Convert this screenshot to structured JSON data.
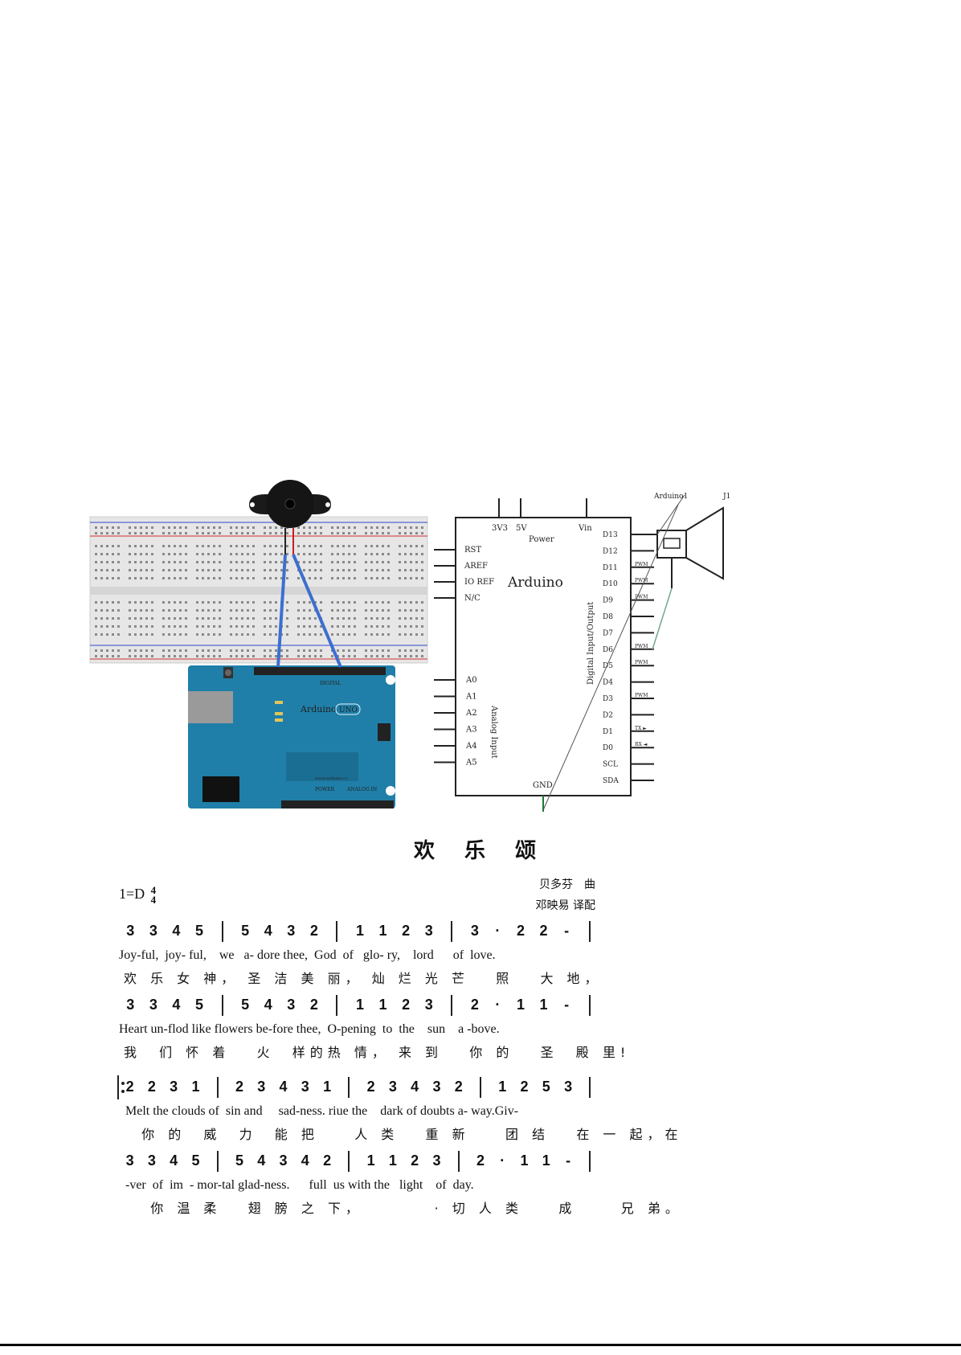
{
  "breadboard_diagram": {
    "board_logo": "Arduino",
    "board_model": "UNO",
    "header_label": "DIGITAL",
    "footer_label": "POWER",
    "analog_label": "ANALOG IN",
    "website": "www.arduino.cc"
  },
  "schematic": {
    "board_name": "Arduino",
    "power_label": "Power",
    "top_pins": [
      "3V3",
      "5V",
      "Vin"
    ],
    "left_pins_top": [
      "RST",
      "AREF",
      "IO REF",
      "N/C"
    ],
    "left_pins_analog": [
      "A0",
      "A1",
      "A2",
      "A3",
      "A4",
      "A5"
    ],
    "analog_group_label": "Analog Input",
    "right_pins": [
      "D13",
      "D12",
      "D11",
      "D10",
      "D9",
      "D8",
      "D7",
      "D6",
      "D5",
      "D4",
      "D3",
      "D2",
      "D1",
      "D0",
      "SCL",
      "SDA"
    ],
    "pwm_label": "PWM",
    "tx_label": "TX ►",
    "rx_label": "RX ◄",
    "digital_group_label": "Digital Input/Output",
    "gnd_label": "GND",
    "component_label_1": "Arduino1",
    "component_label_2": "J1"
  },
  "score": {
    "title": "欢 乐 颂",
    "key": "1=D",
    "time_top": "4",
    "time_bottom": "4",
    "composer": "贝多芬　曲",
    "arranger": "邓映易 译配",
    "line1_notes": [
      "3",
      "3",
      "4",
      "5",
      "|",
      "5",
      "4",
      "3",
      "2",
      "|",
      "1",
      "1",
      "2",
      "3",
      "|",
      "3",
      "·",
      "2",
      "2",
      "-",
      "|"
    ],
    "line1_en": "Joy-ful,  joy- ful,    we   a- dore thee,  God  of   glo- ry,    lord      of  love.",
    "line1_zh": "欢 乐 女 神， 圣 洁 美 丽， 灿 烂 光 芒   照   大 地，",
    "line2_notes": [
      "3",
      "3",
      "4",
      "5",
      "|",
      "5",
      "4",
      "3",
      "2",
      "|",
      "1",
      "1",
      "2",
      "3",
      "|",
      "2",
      "·",
      "1",
      "1",
      "-",
      "|"
    ],
    "line2_en": "Heart un-flod like flowers be-fore thee,  O-pening  to  the    sun    a -bove.",
    "line2_zh": "我  们 怀 着   火  样的热 情， 来 到   你 的   圣  殿 里!",
    "line3_notes": [
      "2",
      "2",
      "3",
      "1",
      "|",
      "2",
      "3",
      "4",
      "3",
      "1",
      "|",
      "2",
      "3",
      "4",
      "3",
      "2",
      "|",
      "1",
      "2",
      "5",
      "3",
      "|"
    ],
    "line3_en": "  Melt the clouds of  sin and     sad-ness. riue the    dark of doubts a- way.Giv-",
    "line3_zh": "  你 的  威  力  能 把    人 类   重 新    团 结   在 一 起，在",
    "line4_notes": [
      "3",
      "3",
      "4",
      "5",
      "|",
      "5",
      "4",
      "3",
      "4",
      "2",
      "|",
      "1",
      "1",
      "2",
      "3",
      "|",
      "2",
      "·",
      "1",
      "1",
      "-",
      "|"
    ],
    "line4_en": "  -ver  of  im  - mor-tal glad-ness.      full  us with the   light    of  day.",
    "line4_zh": "   你 温 柔   翅 膀 之 下，        · 切 人 类    成     兄 弟。"
  }
}
